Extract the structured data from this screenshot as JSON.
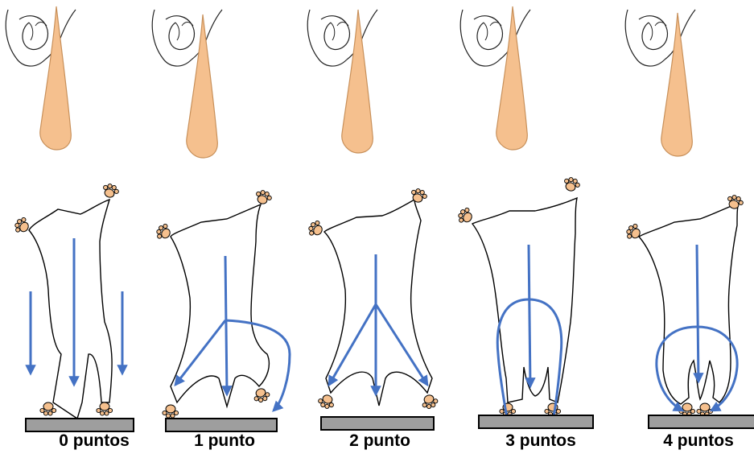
{
  "panels": [
    {
      "label": "0 puntos",
      "pattern": "no-clasping"
    },
    {
      "label": "1 punto",
      "pattern": "one-hindlimb-retracted"
    },
    {
      "label": "2 punto",
      "pattern": "both-hindlimbs-partially-retracted"
    },
    {
      "label": "3 puntos",
      "pattern": "both-hindlimbs-retracted"
    },
    {
      "label": "4 puntos",
      "pattern": "full-clasping"
    }
  ],
  "colors": {
    "arrow": "#4472C4",
    "tail": "#F5C08E",
    "tail_outline": "#C8905A",
    "paw": "#F5C08E",
    "ledge": "#9E9E9E",
    "outline": "#000000"
  },
  "icons": [
    "hand-icon",
    "mouse-icon",
    "ledge-icon",
    "arrow-icon"
  ]
}
